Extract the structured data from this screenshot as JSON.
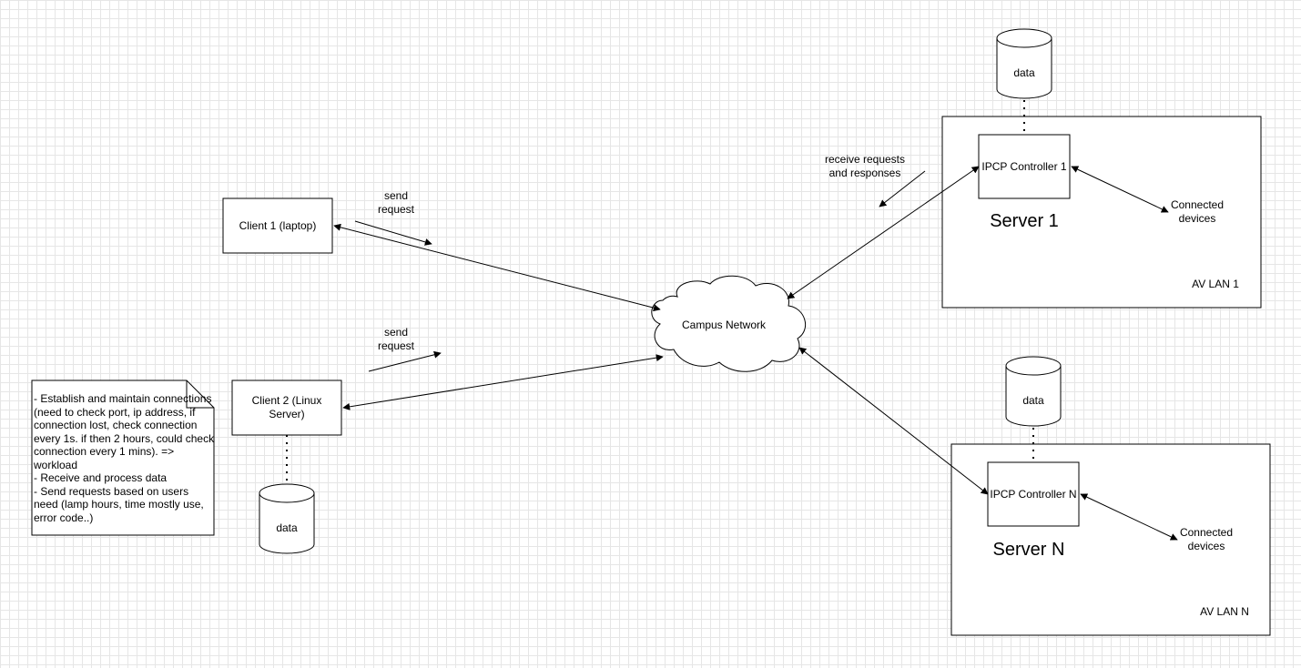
{
  "diagram": {
    "client1": {
      "label": "Client 1 (laptop)"
    },
    "client2": {
      "label": "Client 2 (Linux Server)"
    },
    "client2_db": {
      "label": "data"
    },
    "note": {
      "text": "- Establish and maintain connections (need to check port, ip address, if connection lost, check connection every 1s. if then 2 hours, could check connection every 1 mins). => workload\n- Receive and process data\n- Send requests based on users need (lamp hours, time mostly use, error code..)"
    },
    "send_request_1": {
      "label": "send\nrequest"
    },
    "send_request_2": {
      "label": "send\nrequest"
    },
    "campus_network": {
      "label": "Campus Network"
    },
    "receive_label": {
      "label": "receive requests\nand responses"
    },
    "server1": {
      "db_label": "data",
      "controller_label": "IPCP Controller 1",
      "devices_label": "Connected\ndevices",
      "server_label": "Server 1",
      "lan_label": "AV LAN 1"
    },
    "serverN": {
      "db_label": "data",
      "controller_label": "IPCP Controller N",
      "devices_label": "Connected\ndevices",
      "server_label": "Server N",
      "lan_label": "AV LAN N"
    }
  }
}
